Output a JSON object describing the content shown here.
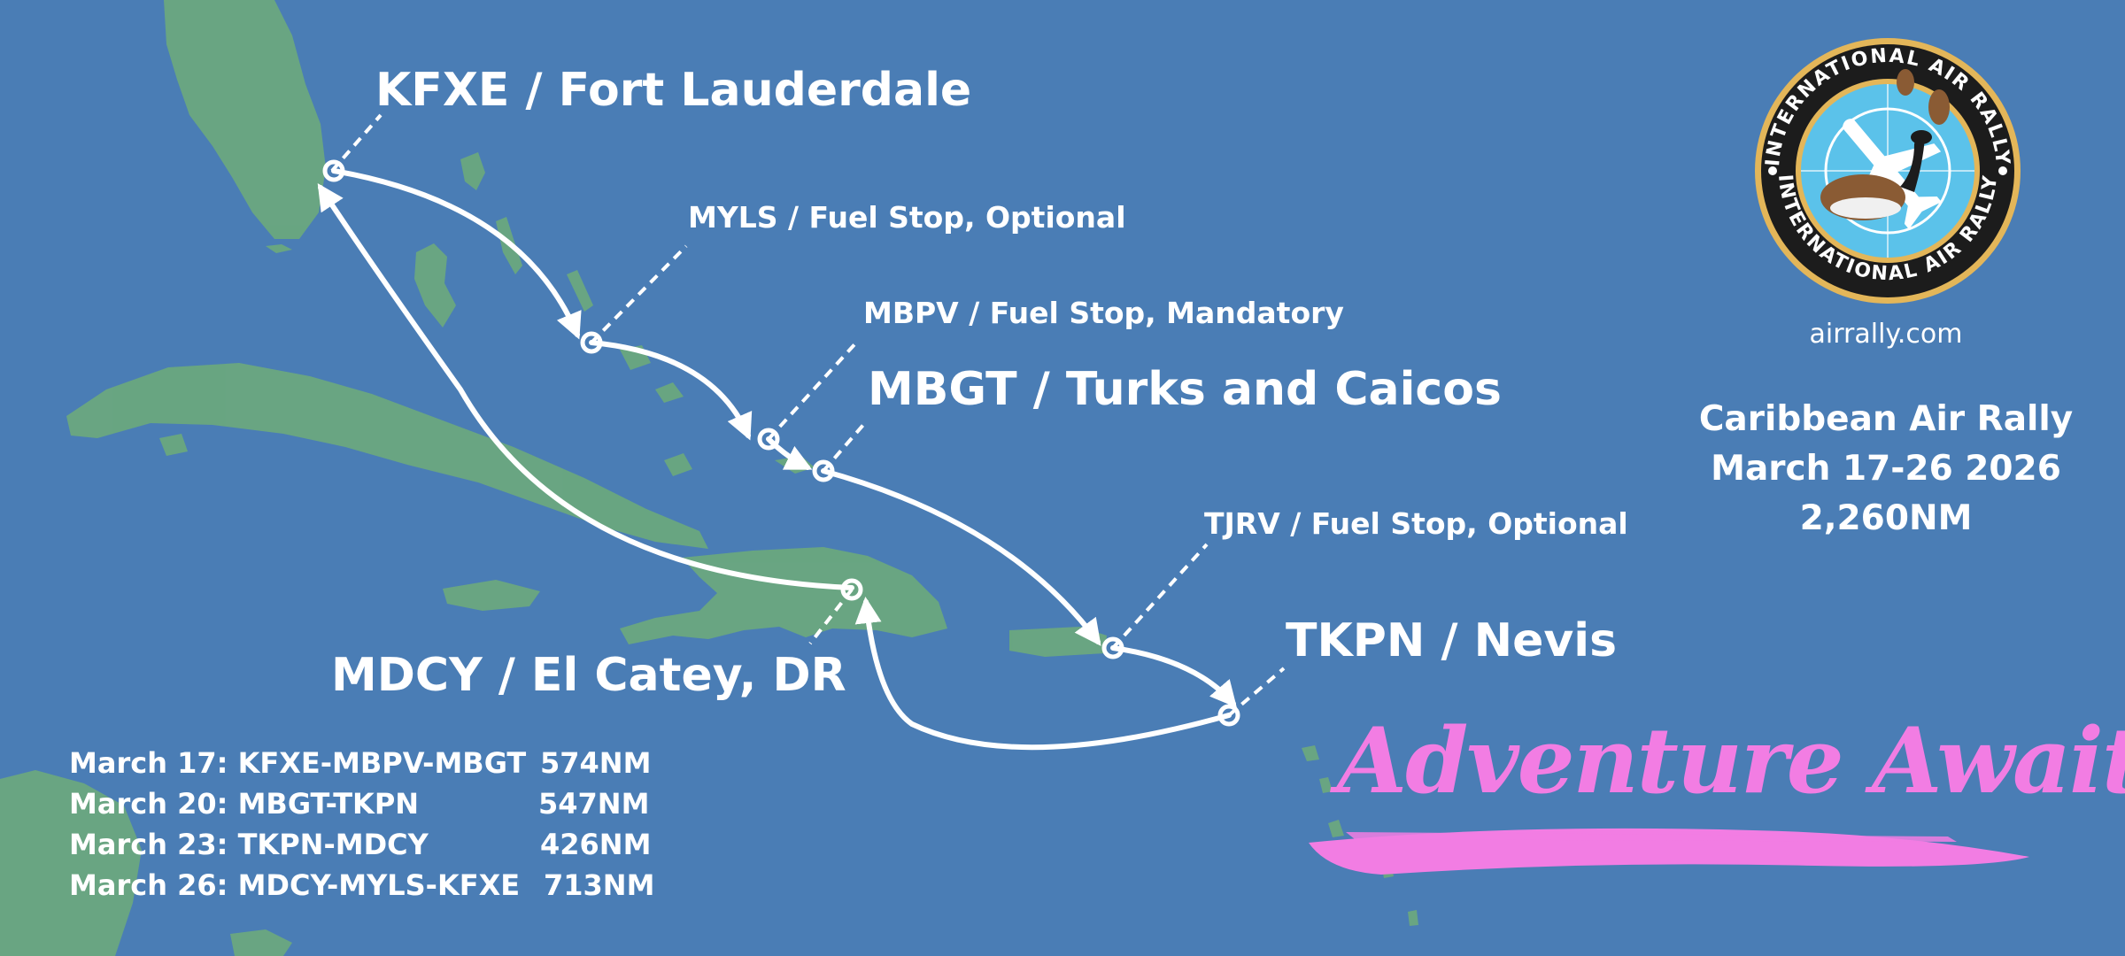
{
  "airports": {
    "kfxe": "KFXE / Fort Lauderdale",
    "myls": "MYLS / Fuel Stop, Optional",
    "mbpv": "MBPV / Fuel Stop, Mandatory",
    "mbgt": "MBGT / Turks and Caicos",
    "tjrv": "TJRV / Fuel Stop, Optional",
    "tkpn": "TKPN / Nevis",
    "mdcy": "MDCY / El Catey, DR"
  },
  "logo": {
    "ring_text": "INTERNATIONAL AIR RALLY",
    "website": "airrally.com"
  },
  "event": {
    "name": "Caribbean Air Rally",
    "dates": "March 17-26 2026",
    "distance": "2,260NM"
  },
  "schedule": [
    {
      "leg": "March 17: KFXE-MBPV-MBGT",
      "distance": "574NM"
    },
    {
      "leg": "March 20: MBGT-TKPN",
      "distance": "547NM"
    },
    {
      "leg": "March 23: TKPN-MDCY",
      "distance": "426NM"
    },
    {
      "leg": "March 26: MDCY-MYLS-KFXE",
      "distance": "713NM"
    }
  ],
  "tagline": "Adventure Awaits",
  "colors": {
    "ocean": "#4a7db5",
    "land": "#6aa87f",
    "route": "#ffffff",
    "tagline": "#f27de3",
    "logo_ring": "#1c1c1c",
    "logo_gold": "#e3b659",
    "logo_sky": "#5bc2ea"
  }
}
